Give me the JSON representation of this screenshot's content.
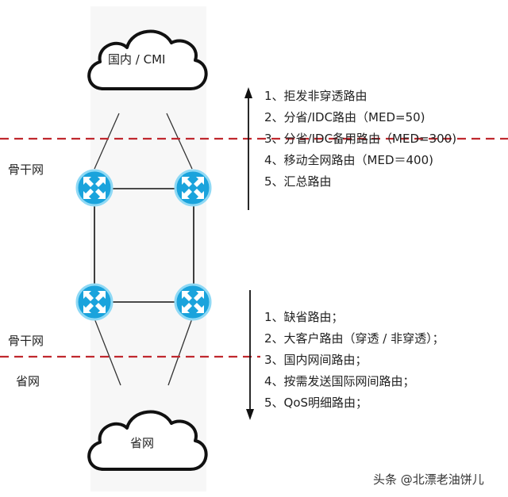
{
  "clouds": {
    "top": "国内 / CMI",
    "bottom": "省网"
  },
  "zones": {
    "backbone_upper": "骨干网",
    "backbone_lower": "骨干网",
    "province": "省网"
  },
  "upward_routes": [
    "1、拒发非穿透路由",
    "2、分省/IDC路由（MED=50)",
    "3、分省/IDC备用路由（MED=300)",
    "4、移动全网路由（MED＝400)",
    "5、汇总路由"
  ],
  "downward_routes": [
    "1、缺省路由；",
    "2、大客户路由（穿透 / 非穿透）；",
    "3、国内网间路由；",
    "4、按需发送国际网间路由；",
    "5、QoS明细路由；"
  ],
  "watermark": "头条 @北漂老油饼儿",
  "colors": {
    "router_fill": "#1aa3dc",
    "router_edge": "#7fd3f2",
    "dashed_line": "#c0282e"
  },
  "icons": [
    "cloud-icon",
    "router-icon"
  ]
}
